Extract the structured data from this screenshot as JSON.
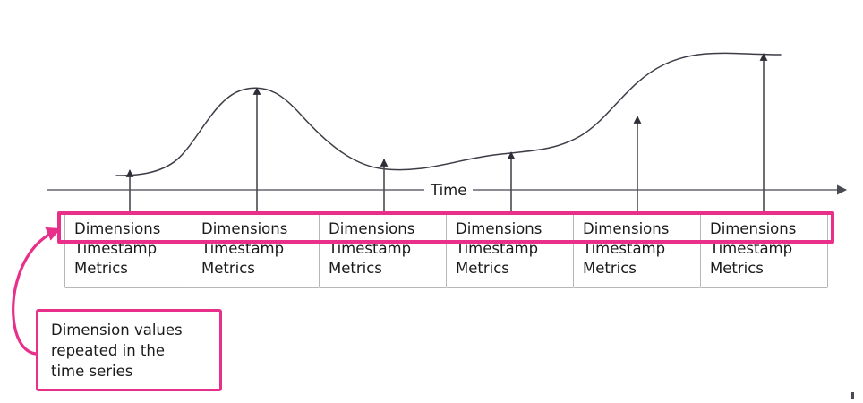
{
  "diagram": {
    "title_label": "Time",
    "axis": {
      "name": "time-axis",
      "label": "Time",
      "direction": "left-to-right"
    },
    "curve": {
      "name": "time-series-curve",
      "description": "smooth time series line rising to a peak, dipping, then rising to a higher plateau"
    },
    "samples": [
      {
        "label": "Dimensions",
        "line2": "Timestamp",
        "line3": "Metrics"
      },
      {
        "label": "Dimensions",
        "line2": "Timestamp",
        "line3": "Metrics"
      },
      {
        "label": "Dimensions",
        "line2": "Timestamp",
        "line3": "Metrics"
      },
      {
        "label": "Dimensions",
        "line2": "Timestamp",
        "line3": "Metrics"
      },
      {
        "label": "Dimensions",
        "line2": "Timestamp",
        "line3": "Metrics"
      },
      {
        "label": "Dimensions",
        "line2": "Timestamp",
        "line3": "Metrics"
      }
    ],
    "callout": {
      "name": "dimension-values-callout",
      "lines": [
        "Dimension values",
        "repeated in the",
        "time series"
      ]
    },
    "colors": {
      "accent_pink": "#e8308a",
      "line_dark": "#3c3c46",
      "axis_gray": "#666670",
      "box_border": "#b7b7b7",
      "text": "#1a1a1a"
    }
  },
  "chart_data": {
    "type": "line",
    "title": "",
    "xlabel": "Time",
    "ylabel": "",
    "grid": false,
    "legend": null,
    "x": [
      145,
      287,
      429,
      571,
      712,
      853
    ],
    "values": [
      193,
      100,
      180,
      172,
      132,
      62
    ],
    "annotations": [
      "Dimensions / Timestamp / Metrics",
      "Dimension values repeated in the time series"
    ]
  }
}
